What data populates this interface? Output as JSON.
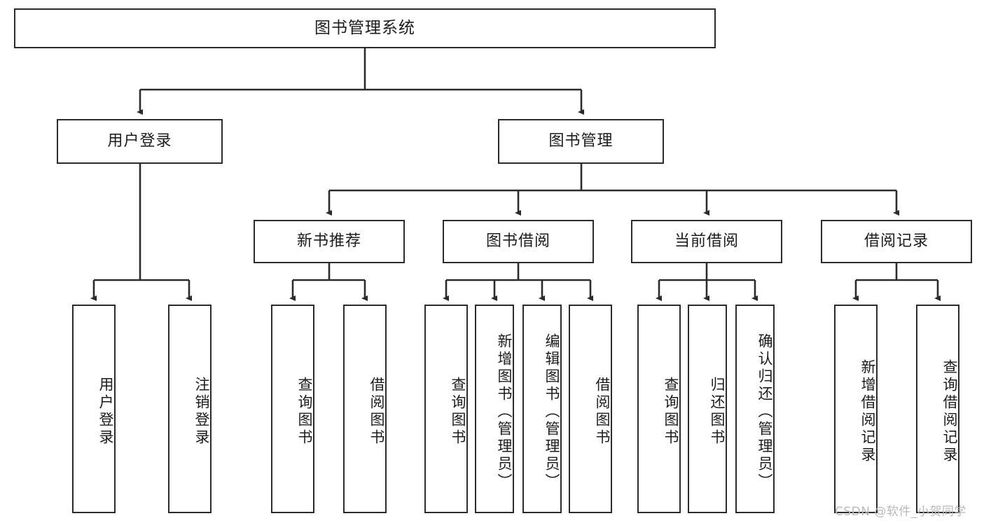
{
  "diagram": {
    "title": "图书管理系统",
    "type": "tree-hierarchy-chart",
    "root": {
      "label": "图书管理系统"
    },
    "level2": [
      {
        "label": "用户登录"
      },
      {
        "label": "图书管理"
      }
    ],
    "level3": [
      {
        "label": "新书推荐"
      },
      {
        "label": "图书借阅"
      },
      {
        "label": "当前借阅"
      },
      {
        "label": "借阅记录"
      }
    ],
    "leaves": {
      "user_login": [
        {
          "label": "用户登录"
        },
        {
          "label": "注销登录"
        }
      ],
      "new_book_recommend": [
        {
          "label": "查询图书"
        },
        {
          "label": "借阅图书"
        }
      ],
      "book_borrow": [
        {
          "label": "查询图书"
        },
        {
          "label": "新增图书（管理员）"
        },
        {
          "label": "编辑图书（管理员）"
        },
        {
          "label": "借阅图书"
        }
      ],
      "current_borrow": [
        {
          "label": "查询图书"
        },
        {
          "label": "归还图书"
        },
        {
          "label": "确认归还（管理员）"
        }
      ],
      "borrow_record": [
        {
          "label": "新增借阅记录"
        },
        {
          "label": "查询借阅记录"
        }
      ]
    }
  },
  "watermark": {
    "text": "CSDN @软件_小贺同学"
  },
  "colors": {
    "stroke": "#2b2b2b",
    "background": "#ffffff",
    "text": "#1c1c1c",
    "watermark": "#b9b9b9"
  }
}
